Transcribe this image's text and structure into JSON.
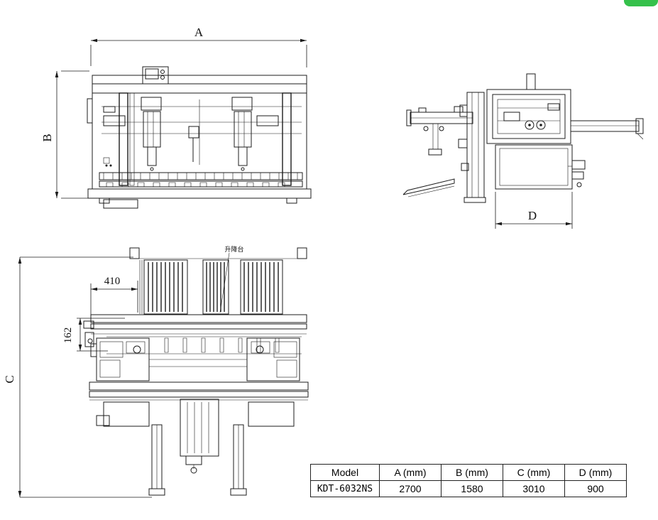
{
  "labels": {
    "dim_a": "A",
    "dim_b": "B",
    "dim_c": "C",
    "dim_d": "D",
    "dim_410": "410",
    "dim_162": "162",
    "lift_platform": "升降台"
  },
  "table": {
    "headers": [
      "Model",
      "A (mm)",
      "B (mm)",
      "C (mm)",
      "D (mm)"
    ],
    "row": [
      "KDT-6032NS",
      "2700",
      "1580",
      "3010",
      "900"
    ]
  },
  "colors": {
    "line": "#1c1c1c",
    "green_accent": "#35c14b"
  }
}
